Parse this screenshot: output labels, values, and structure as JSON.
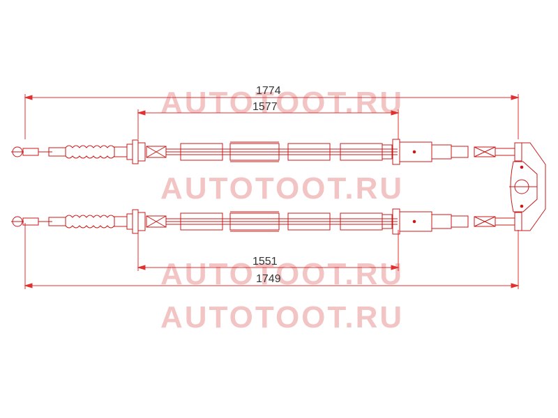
{
  "dimensions": {
    "top_overall": "1774",
    "top_inner": "1577",
    "bottom_inner": "1551",
    "bottom_overall": "1749"
  },
  "watermark": {
    "text": "AUTOTOOT.RU",
    "color": "#f3c4c4"
  },
  "colors": {
    "dimension_line": "#e03030",
    "part_outline": "#c81818",
    "background": "#ffffff"
  }
}
